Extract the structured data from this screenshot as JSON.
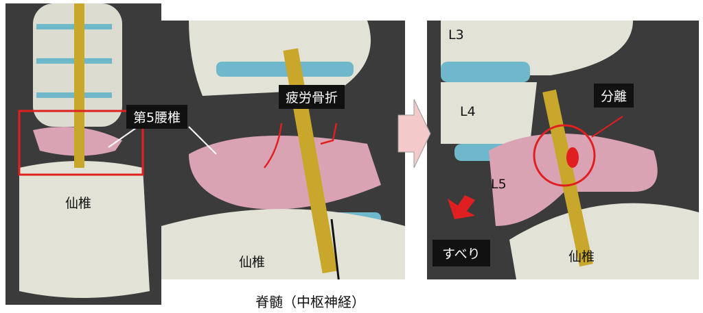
{
  "left_panel": {
    "vertebra_label": "第5腰椎",
    "sacrum_label": "仙椎"
  },
  "middle_panel": {
    "fracture_label": "疲労骨折",
    "sacrum_label": "仙椎",
    "spinal_cord_label": "脊髄（中枢神経）"
  },
  "right_panel": {
    "l3": "L3",
    "l4": "L4",
    "l5": "L5",
    "separation_label": "分離",
    "slip_label": "すべり",
    "sacrum_label": "仙椎"
  },
  "colors": {
    "bone": "#e6e6da",
    "disc": "#6fb8cc",
    "l5": "#d9a3b4",
    "nerve": "#c9a72a",
    "highlight": "#e02020",
    "arrow": "#f4c9c9"
  }
}
